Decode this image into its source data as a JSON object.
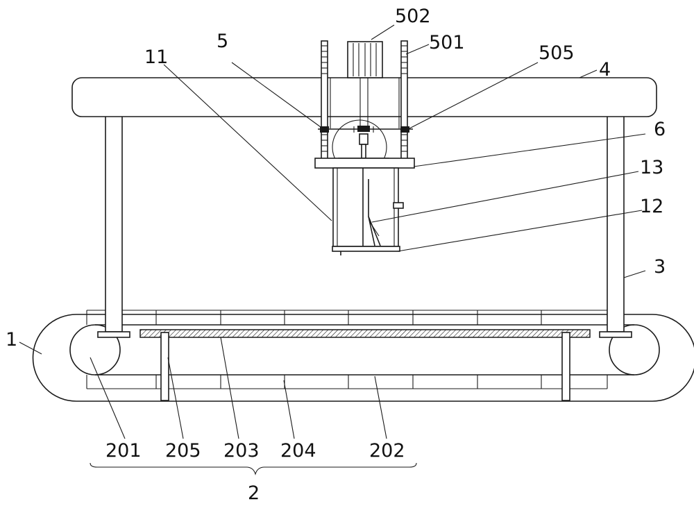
{
  "labels": {
    "l502": "502",
    "l501": "501",
    "l505": "505",
    "l5": "5",
    "l11": "11",
    "l4": "4",
    "l6": "6",
    "l13": "13",
    "l12": "12",
    "l3": "3",
    "l1": "1",
    "l201": "201",
    "l205": "205",
    "l203": "203",
    "l204": "204",
    "l202": "202",
    "l2": "2"
  }
}
